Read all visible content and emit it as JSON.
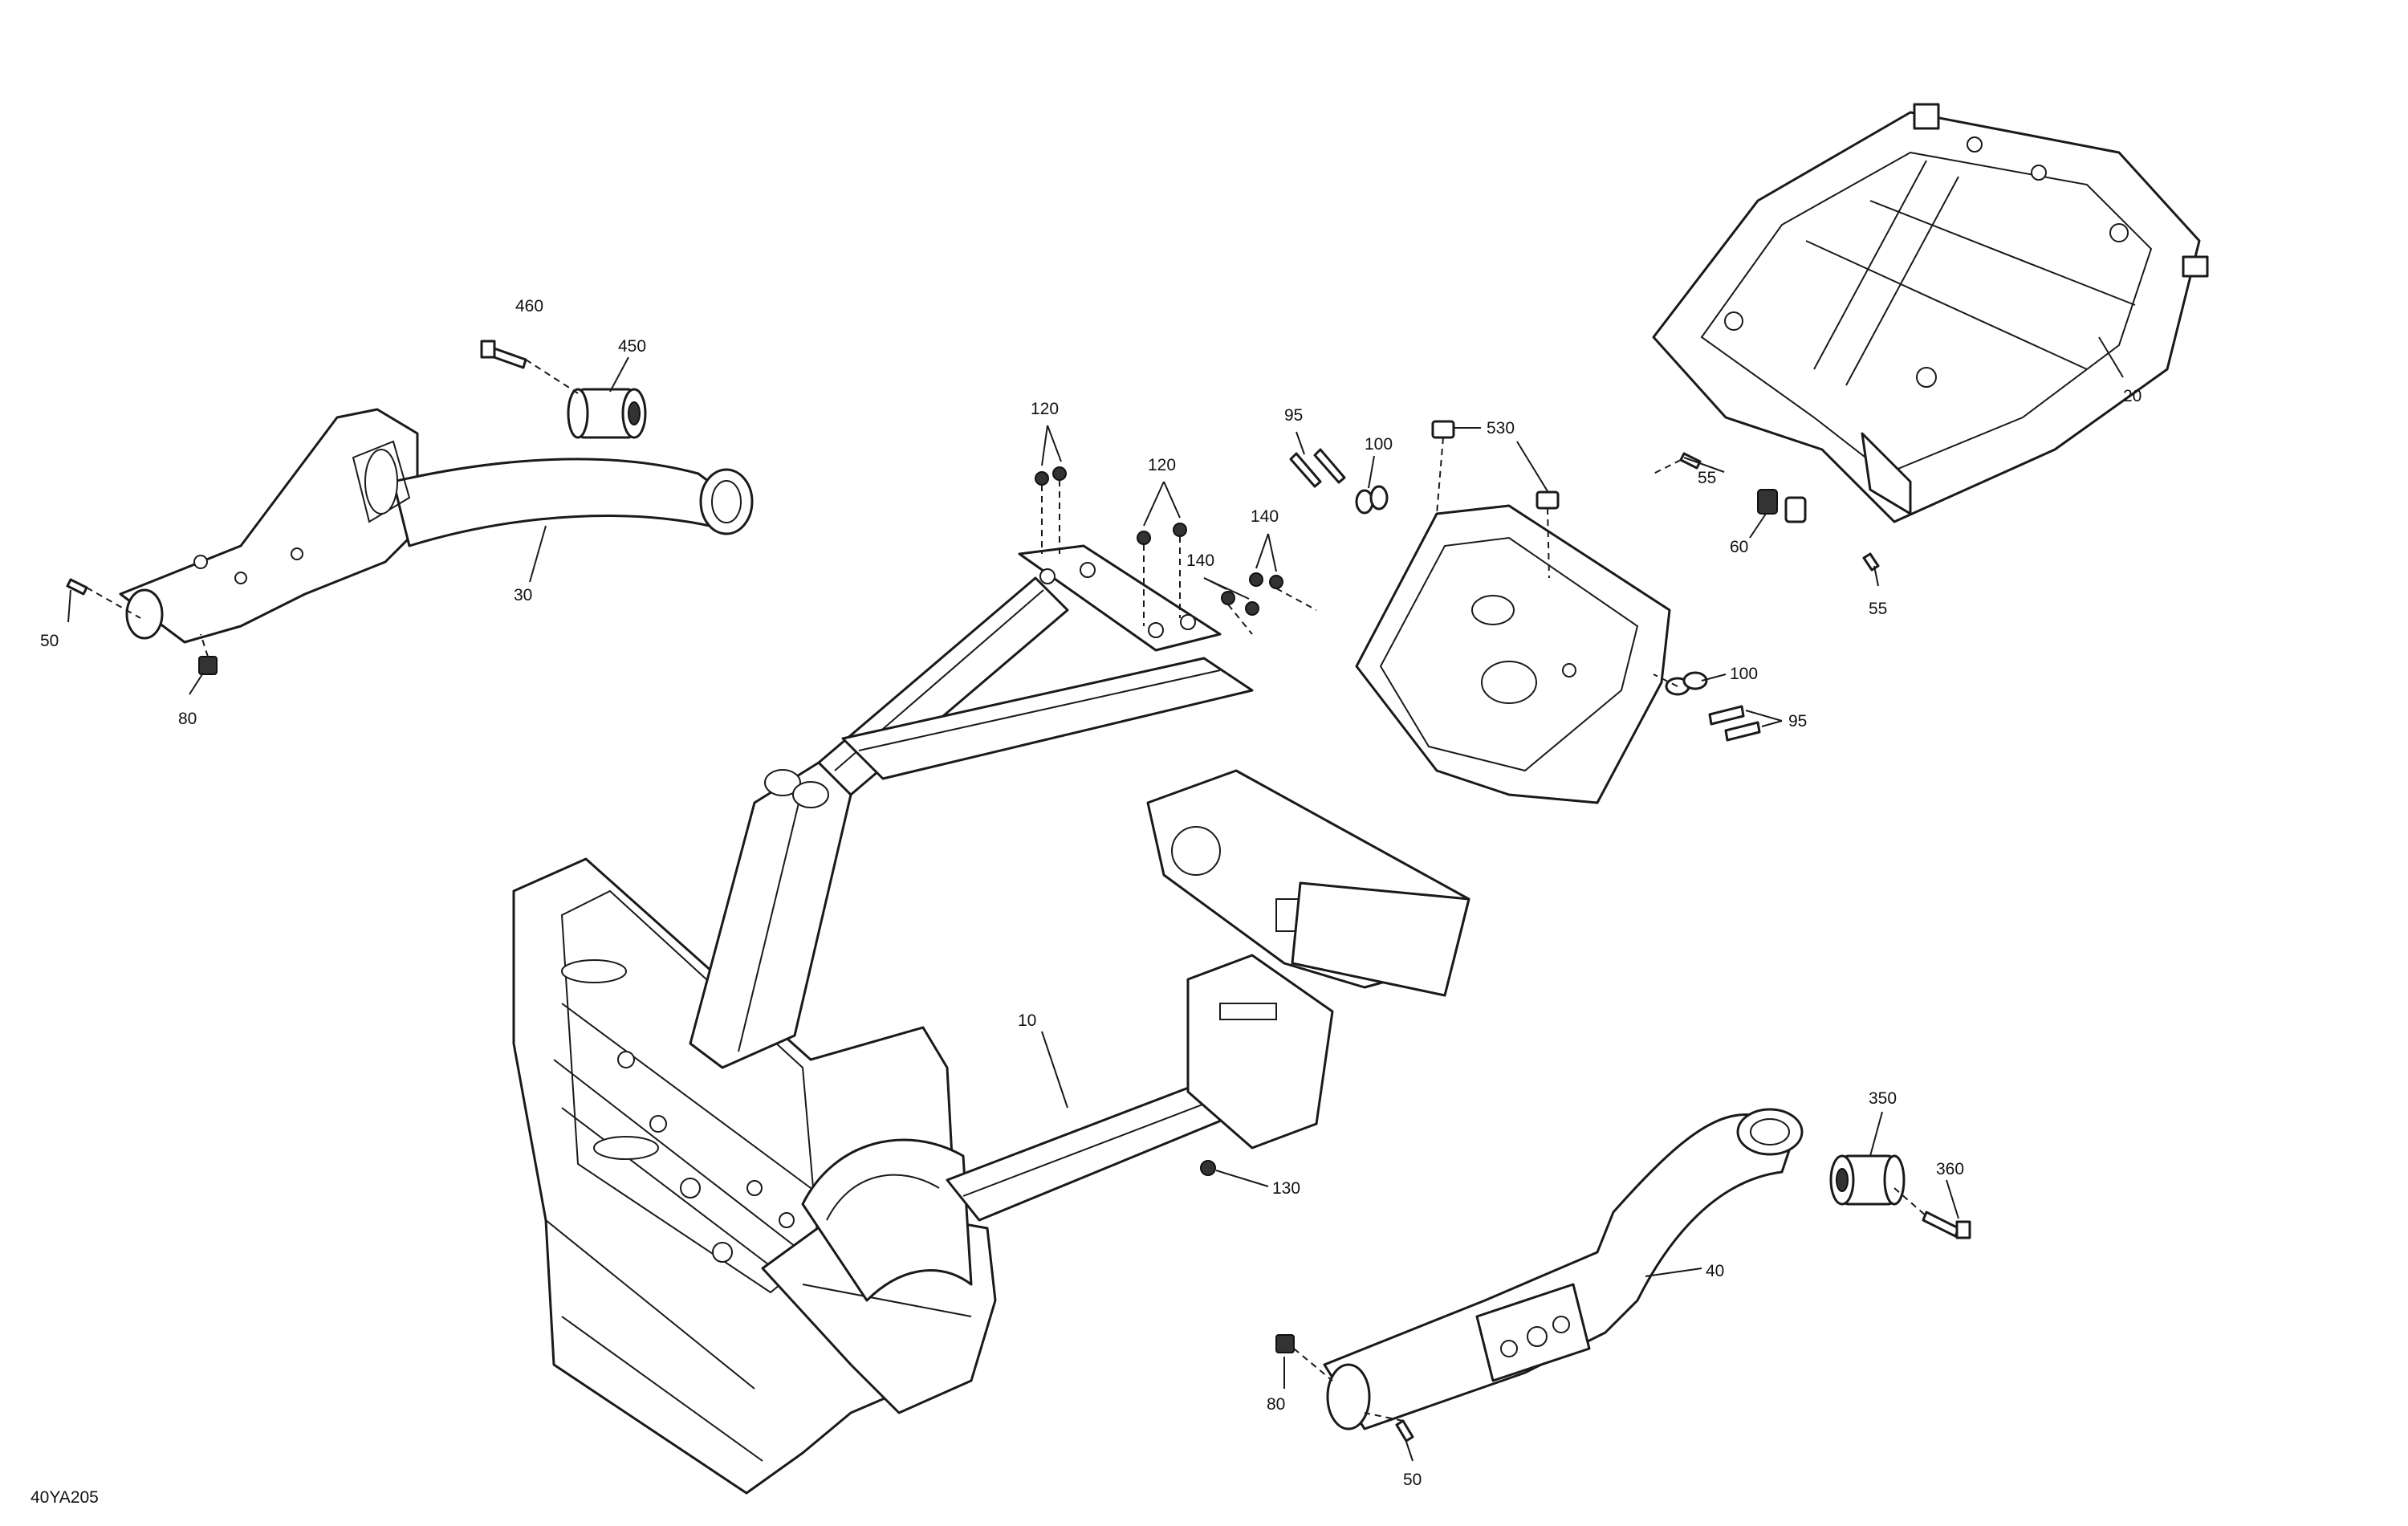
{
  "figure_ref": "40YA205",
  "callouts": [
    {
      "id": "c460",
      "label": "460"
    },
    {
      "id": "c450",
      "label": "450"
    },
    {
      "id": "c30",
      "label": "30"
    },
    {
      "id": "c50a",
      "label": "50"
    },
    {
      "id": "c80a",
      "label": "80"
    },
    {
      "id": "c120a",
      "label": "120"
    },
    {
      "id": "c120b",
      "label": "120"
    },
    {
      "id": "c95a",
      "label": "95"
    },
    {
      "id": "c100a",
      "label": "100"
    },
    {
      "id": "c140a",
      "label": "140"
    },
    {
      "id": "c140b",
      "label": "140"
    },
    {
      "id": "c530",
      "label": "530"
    },
    {
      "id": "c20",
      "label": "20"
    },
    {
      "id": "c55a",
      "label": "55"
    },
    {
      "id": "c60",
      "label": "60"
    },
    {
      "id": "c55b",
      "label": "55"
    },
    {
      "id": "c100b",
      "label": "100"
    },
    {
      "id": "c95b",
      "label": "95"
    },
    {
      "id": "c10",
      "label": "10"
    },
    {
      "id": "c130",
      "label": "130"
    },
    {
      "id": "c350",
      "label": "350"
    },
    {
      "id": "c360",
      "label": "360"
    },
    {
      "id": "c40",
      "label": "40"
    },
    {
      "id": "c80b",
      "label": "80"
    },
    {
      "id": "c50b",
      "label": "50"
    }
  ]
}
